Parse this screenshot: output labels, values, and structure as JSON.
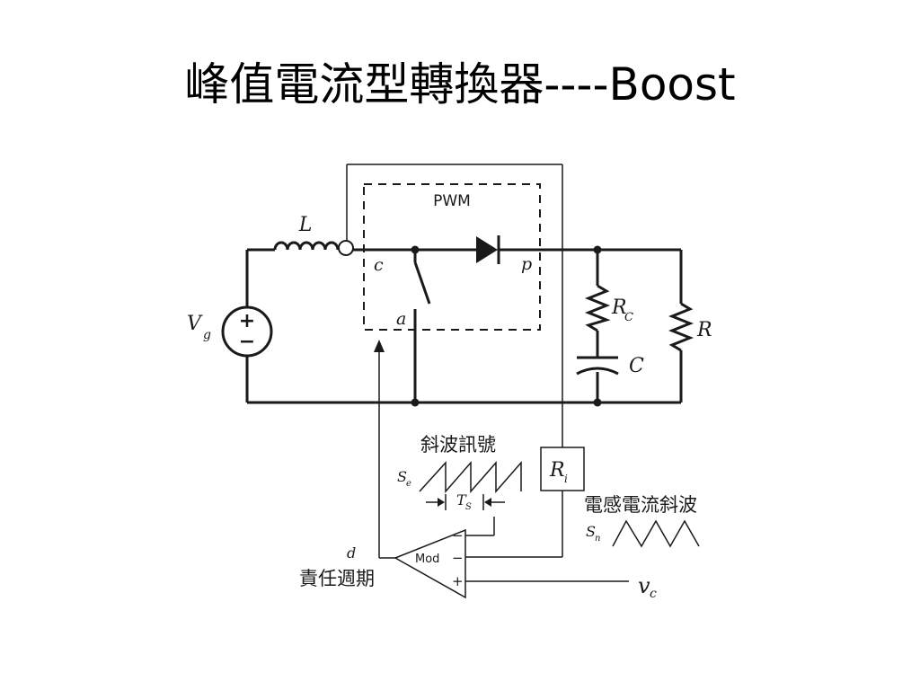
{
  "slide": {
    "title": "峰值電流型轉換器----Boost"
  },
  "diagram": {
    "pwm_label": "PWM",
    "inductor_label": "L",
    "node_c": "c",
    "node_p": "p",
    "node_a": "a",
    "source_label": "V",
    "source_subscript": "g",
    "source_symbol_plus": "+",
    "source_symbol_minus": "−",
    "rc_label": "R",
    "rc_subscript": "C",
    "cap_label": "C",
    "load_label": "R",
    "ramp_title": "斜波訊號",
    "se_label": "S",
    "se_subscript": "e",
    "ts_label": "T",
    "ts_subscript": "S",
    "ri_label": "R",
    "ri_subscript": "i",
    "inductor_ramp_title": "電感電流斜波",
    "sn_label": "S",
    "sn_subscript": "n",
    "mod_label": "Mod",
    "minus_top": "−",
    "minus_mid": "−",
    "plus_bottom": "+",
    "duty_label": "d",
    "duty_title": "責任週期",
    "vc_label": "v",
    "vc_subscript": "c"
  },
  "colors": {
    "line": "#1a1a1a",
    "background": "#ffffff"
  }
}
